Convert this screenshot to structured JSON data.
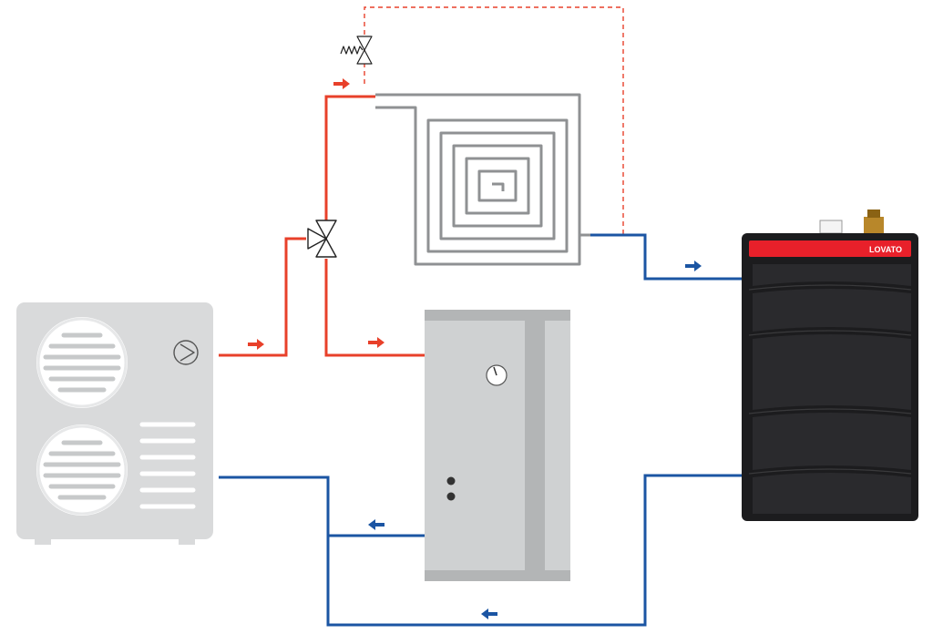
{
  "colors": {
    "supply": "#e8402a",
    "return": "#1b55a3",
    "tank_body": "#cfd1d2",
    "tank_band": "#b3b5b6",
    "outdoor_unit": "#d9dadb",
    "floor_coil": "#8f9193",
    "boiler_body": "#1c1c1e",
    "boiler_band": "#e8202a",
    "dashed_line": "#e8402a"
  },
  "components": {
    "heat_pump": {
      "icon": "heat-pump-outdoor-unit-icon",
      "fans": 2,
      "grille_slats": 6
    },
    "three_way_valve": {
      "icon": "three-way-valve-icon"
    },
    "bypass_valve": {
      "icon": "spring-valve-icon"
    },
    "floor_heating": {
      "icon": "underfloor-heating-coil-icon"
    },
    "hot_water_tank": {
      "icon": "indirect-hot-water-cylinder-icon"
    },
    "thermometer": {
      "icon": "thermometer-gauge-icon"
    },
    "boiler": {
      "icon": "boiler-icon",
      "brand": "LOVATO"
    }
  },
  "flow_arrows": [
    {
      "direction": "right",
      "line": "supply"
    },
    {
      "direction": "right",
      "line": "supply"
    },
    {
      "direction": "right",
      "line": "supply"
    },
    {
      "direction": "right",
      "line": "return"
    },
    {
      "direction": "left",
      "line": "return"
    },
    {
      "direction": "left",
      "line": "return"
    }
  ]
}
